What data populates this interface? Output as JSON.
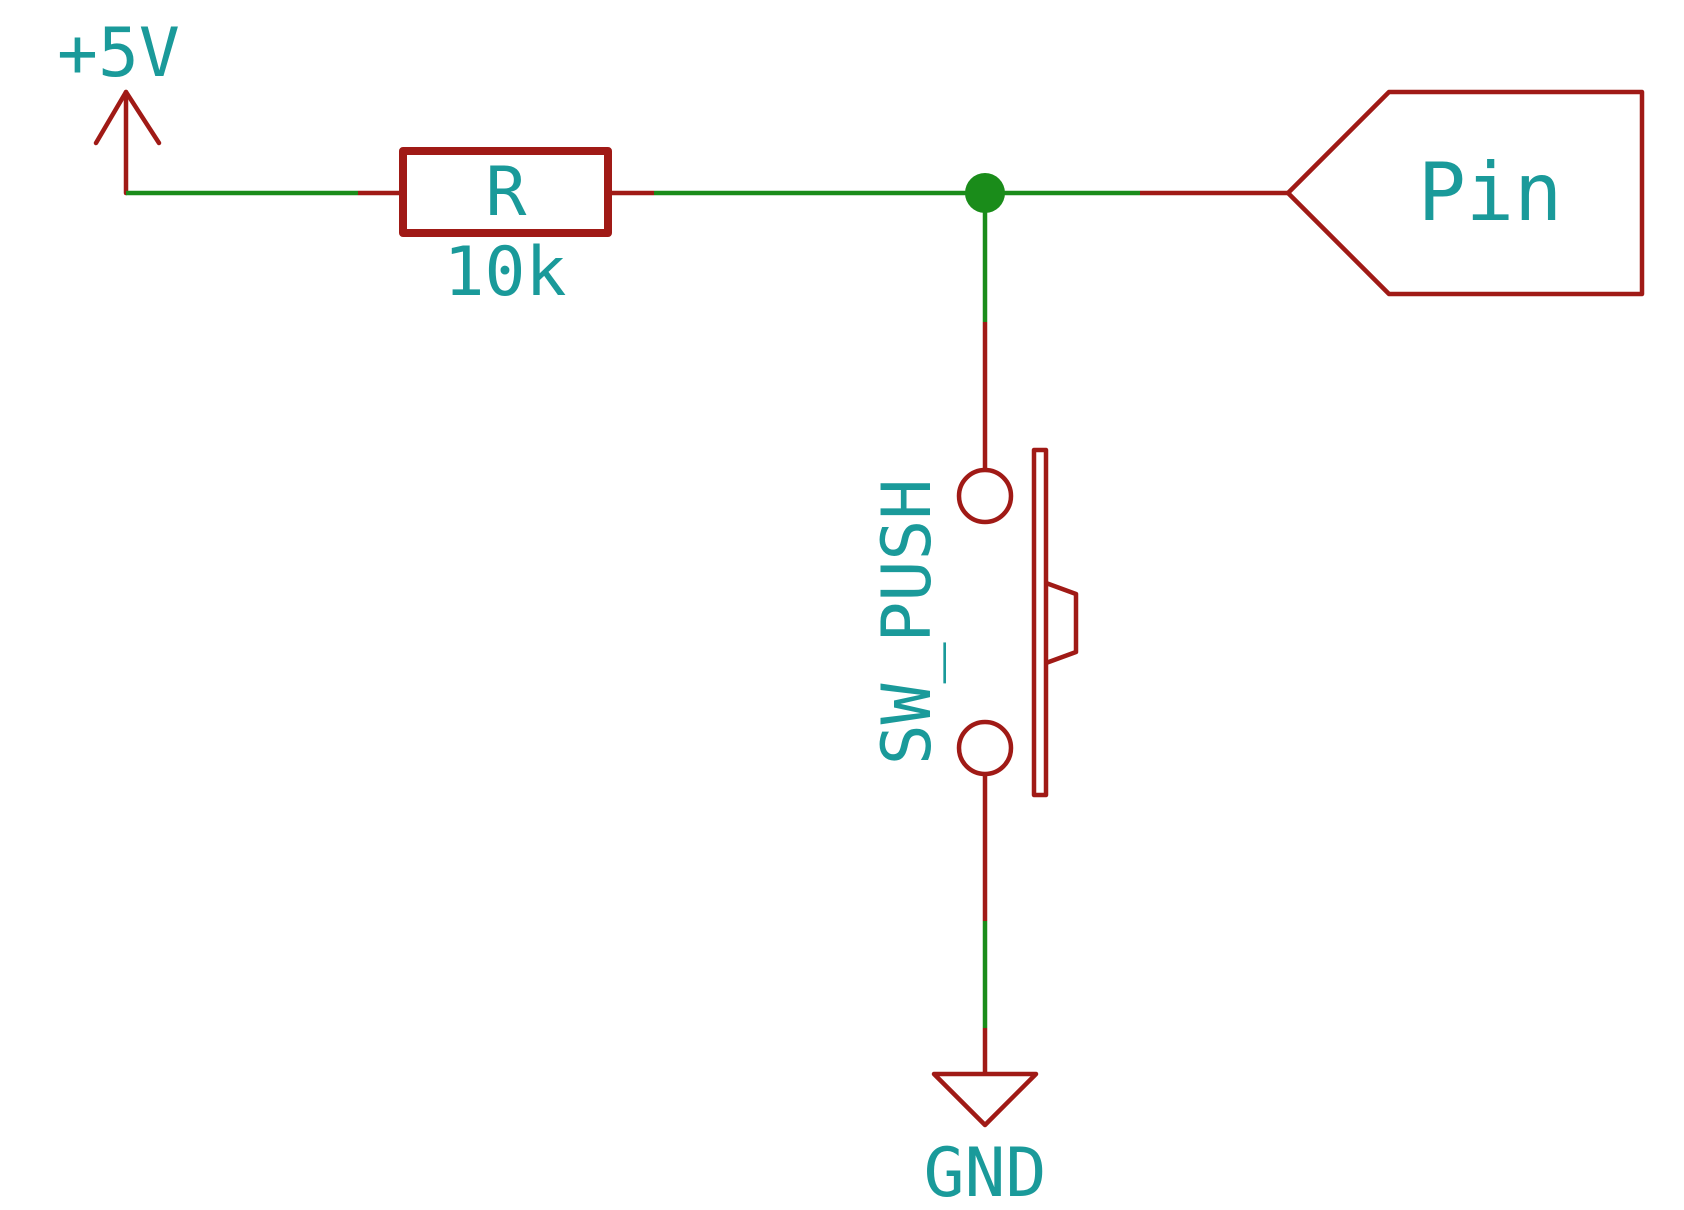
{
  "colors": {
    "component": "#a01a16",
    "wire": "#1a8c1a",
    "label": "#1a9a9a",
    "background": "#ffffff"
  },
  "labels": {
    "power": "+5V",
    "resistor_ref": "R",
    "resistor_value": "10k",
    "net_label": "Pin",
    "switch_ref": "SW_PUSH",
    "ground": "GND"
  },
  "symbols": {
    "power": "power-arrow-icon",
    "resistor": "resistor-icon",
    "junction": "junction-dot-icon",
    "net_label": "hierarchical-label-icon",
    "switch": "push-button-icon",
    "ground": "ground-triangle-icon"
  }
}
